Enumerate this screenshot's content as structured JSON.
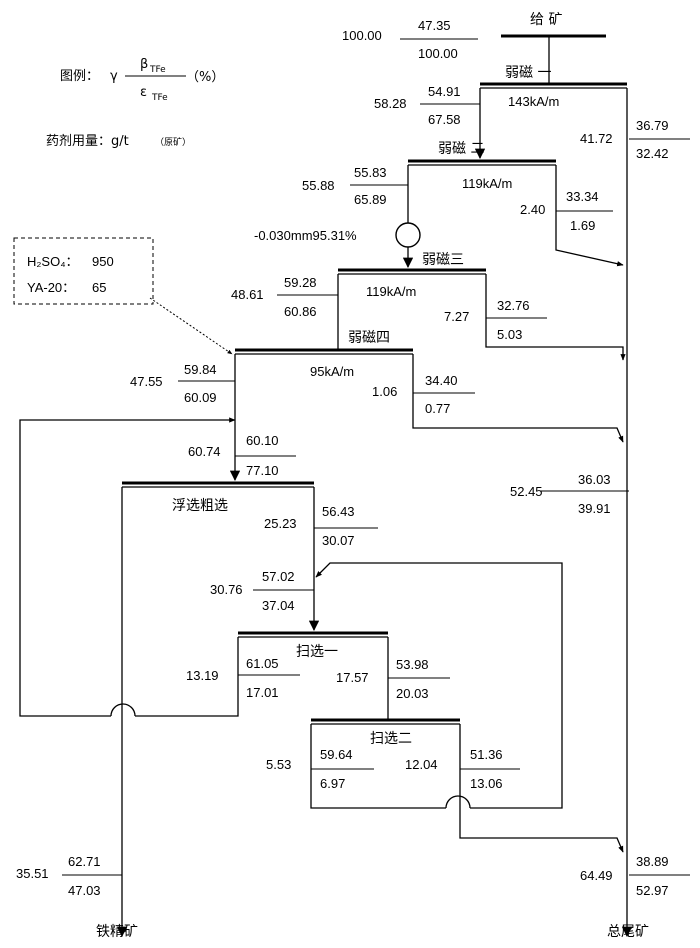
{
  "feed": {
    "label": "给 矿",
    "gamma": "100.00",
    "beta": "47.35",
    "eps": "100.00"
  },
  "legend": {
    "prefix": "图例：",
    "gamma": "γ",
    "beta": "β",
    "beta_sub": "TFe",
    "eps": "ε",
    "eps_sub": "TFe",
    "unit": "（%）",
    "dosage_label": "药剂用量：g/t",
    "dosage_sub": "（原矿）"
  },
  "reagents": {
    "h2so4_label": "H₂SO₄：",
    "h2so4": "950",
    "ya20_label": "YA-20：",
    "ya20": "65"
  },
  "nodes": {
    "mag1": {
      "name": "弱磁 一",
      "field": "143kA/m",
      "conc": {
        "gamma": "58.28",
        "beta": "54.91",
        "eps": "67.58"
      },
      "tail": {
        "gamma": "41.72",
        "beta": "36.79",
        "eps": "32.42"
      }
    },
    "mag2": {
      "name": "弱磁 二",
      "field": "119kA/m",
      "conc": {
        "gamma": "55.88",
        "beta": "55.83",
        "eps": "65.89"
      },
      "tail": {
        "gamma": "2.40",
        "beta": "33.34",
        "eps": "1.69"
      }
    },
    "grind": {
      "label": "-0.030mm95.31%"
    },
    "mag3": {
      "name": "弱磁三",
      "field": "119kA/m",
      "conc": {
        "gamma": "48.61",
        "beta": "59.28",
        "eps": "60.86"
      },
      "tail": {
        "gamma": "7.27",
        "beta": "32.76",
        "eps": "5.03"
      }
    },
    "mag4": {
      "name": "弱磁四",
      "field": "95kA/m",
      "conc": {
        "gamma": "47.55",
        "beta": "59.84",
        "eps": "60.09"
      },
      "tail": {
        "gamma": "1.06",
        "beta": "34.40",
        "eps": "0.77"
      }
    },
    "flot_feed": {
      "gamma": "60.74",
      "beta": "60.10",
      "eps": "77.10"
    },
    "rough": {
      "name": "浮选粗选",
      "tail": {
        "gamma": "25.23",
        "beta": "56.43",
        "eps": "30.07"
      }
    },
    "tail_combined": {
      "gamma": "52.45",
      "beta": "36.03",
      "eps": "39.91"
    },
    "scav1_feed": {
      "gamma": "30.76",
      "beta": "57.02",
      "eps": "37.04"
    },
    "scav1": {
      "name": "扫选一",
      "conc": {
        "gamma": "13.19",
        "beta": "61.05",
        "eps": "17.01"
      },
      "tail": {
        "gamma": "17.57",
        "beta": "53.98",
        "eps": "20.03"
      }
    },
    "scav2": {
      "name": "扫选二",
      "conc": {
        "gamma": "5.53",
        "beta": "59.64",
        "eps": "6.97"
      },
      "tail": {
        "gamma": "12.04",
        "beta": "51.36",
        "eps": "13.06"
      }
    },
    "final_conc": {
      "label": "铁精矿",
      "gamma": "35.51",
      "beta": "62.71",
      "eps": "47.03"
    },
    "final_tail": {
      "label": "总尾矿",
      "gamma": "64.49",
      "beta": "38.89",
      "eps": "52.97"
    }
  }
}
